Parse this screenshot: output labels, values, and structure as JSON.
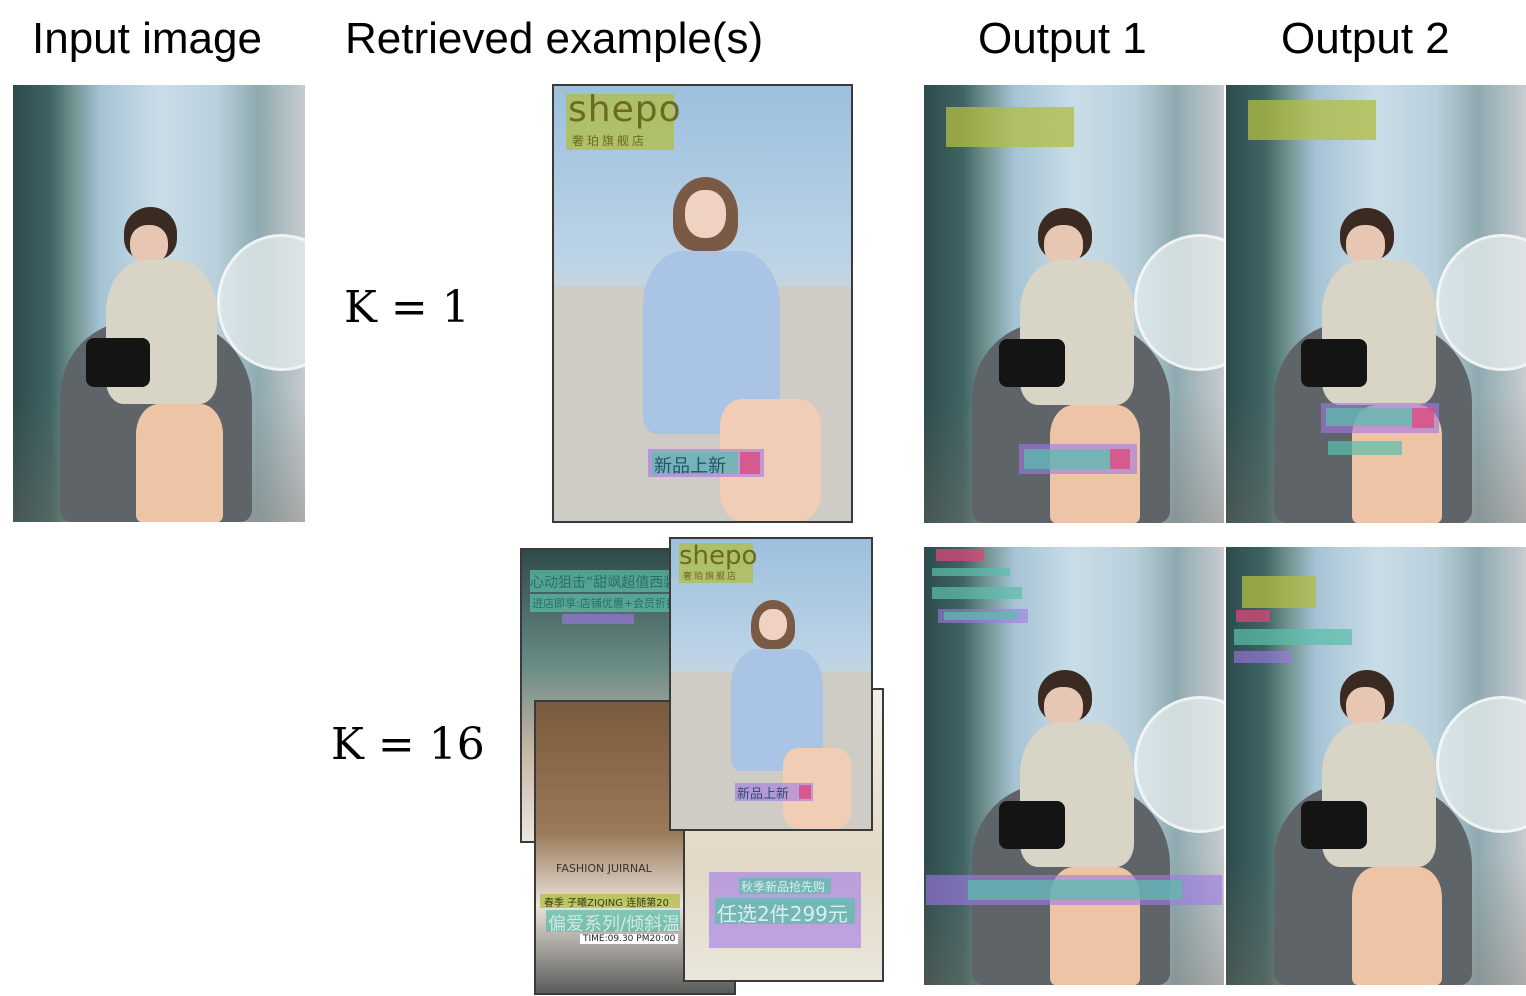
{
  "headers": {
    "input": "Input image",
    "retrieved": "Retrieved example(s)",
    "output1": "Output 1",
    "output2": "Output 2"
  },
  "rows": [
    {
      "k_label": "K = 1"
    },
    {
      "k_label": "K = 16"
    }
  ],
  "retrieved_text": {
    "watermark": "shepo",
    "watermark_sub": "奢珀旗舰店",
    "tag": "新品上新",
    "collage_headline": "心动狙击“甜飒超值西装",
    "collage_sub": "进店即享:店铺优惠+会员折扣",
    "collage_tag": "新品上新",
    "collage_series": "偏爱系列/倾斜温",
    "collage_time": "TIME:09.30 PM20:00",
    "collage_promo_top": "秋季新品抢先购",
    "collage_promo": "任选2件299元",
    "collage_small": "春季 子曦ZIQING 连随第20",
    "collage_news": "FASHION JUIRNAL"
  },
  "colors": {
    "logo": "#b2be40",
    "text": "#5abeaa",
    "underlay": "#a078e6",
    "embellishment": "#dc4678"
  }
}
